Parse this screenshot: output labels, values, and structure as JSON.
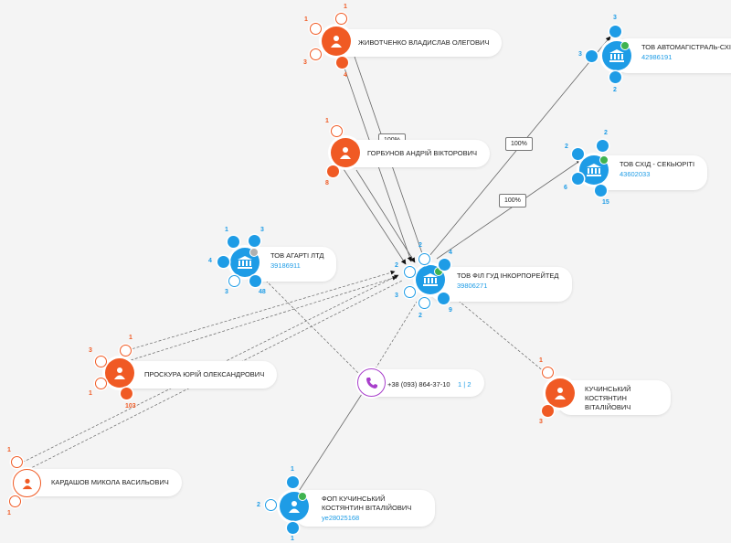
{
  "nodes": [
    {
      "id": "zhyvotchenko",
      "name": "ЖИВОТЧЕНКО ВЛАДИСЛАВ ОЛЕГОВИЧ",
      "type": "person",
      "counts": {
        "top_left": "1",
        "top_right": "1",
        "left": "3",
        "bottom": "4"
      }
    },
    {
      "id": "horbunov",
      "name": "ГОРБУНОВ АНДРІЙ ВІКТОРОВИЧ",
      "type": "person",
      "counts": {
        "top_left": "1",
        "bottom_left": "8"
      }
    },
    {
      "id": "avtomahistral",
      "name": "ТОВ АВТОМАГІСТРАЛЬ-СХІД",
      "code": "42986191",
      "type": "company",
      "counts": {
        "top": "3",
        "left": "3",
        "bottom": "2"
      }
    },
    {
      "id": "skhid",
      "name": "ТОВ СХІД - СЕКЬЮРІТІ",
      "code": "43602033",
      "type": "company",
      "counts": {
        "top_right": "2",
        "left": "2",
        "bottom_left": "6",
        "bottom": "15"
      }
    },
    {
      "id": "ahrarti",
      "name": "ТОВ АГАРТІ ЛТД",
      "code": "39186911",
      "type": "company",
      "counts": {
        "top_left": "1",
        "top_right": "3",
        "left": "4",
        "bottom_left": "3",
        "bottom_right": "48"
      }
    },
    {
      "id": "fil",
      "name": "ТОВ ФІЛ ГУД ІНКОРПОРЕЙТЕД",
      "code": "39806271",
      "type": "company",
      "counts": {
        "top": "2",
        "top_right": "4",
        "left": "2",
        "bottom_left": "3",
        "bottom": "2",
        "bottom_right": "9"
      }
    },
    {
      "id": "proskura",
      "name": "ПРОСКУРА ЮРІЙ ОЛЕКСАНДРОВИЧ",
      "type": "person",
      "counts": {
        "top_left": "3",
        "top_right": "1",
        "left": "1",
        "bottom": "103"
      }
    },
    {
      "id": "phone",
      "name": "+38 (093) 864-37-10",
      "links": "1 | 2",
      "type": "phone"
    },
    {
      "id": "kuchynskyi",
      "name": "КУЧИНСЬКИЙ КОСТЯНТИН ВІТАЛІЙОВИЧ",
      "type": "person",
      "counts": {
        "top_left": "1",
        "bottom_left": "3"
      }
    },
    {
      "id": "kardashov",
      "name": "КАРДАШОВ МИКОЛА ВАСИЛЬОВИЧ",
      "type": "person",
      "counts": {
        "top_left": "1",
        "bottom_left": "1"
      }
    },
    {
      "id": "fop",
      "name": "ФОП КУЧИНСЬКИЙ КОСТЯНТИН ВІТАЛІЙОВИЧ",
      "code": "уе28025168",
      "type": "company",
      "counts": {
        "top": "1",
        "left": "2",
        "bottom": "1"
      }
    }
  ],
  "edge_labels": [
    {
      "id": "el1",
      "text": "100%"
    },
    {
      "id": "el2",
      "text": "100%"
    },
    {
      "id": "el3",
      "text": "100%"
    }
  ],
  "colors": {
    "person": "#f05a24",
    "company": "#1e9ce6",
    "phone": "#a83fcb",
    "verified": "#3fb34f"
  }
}
